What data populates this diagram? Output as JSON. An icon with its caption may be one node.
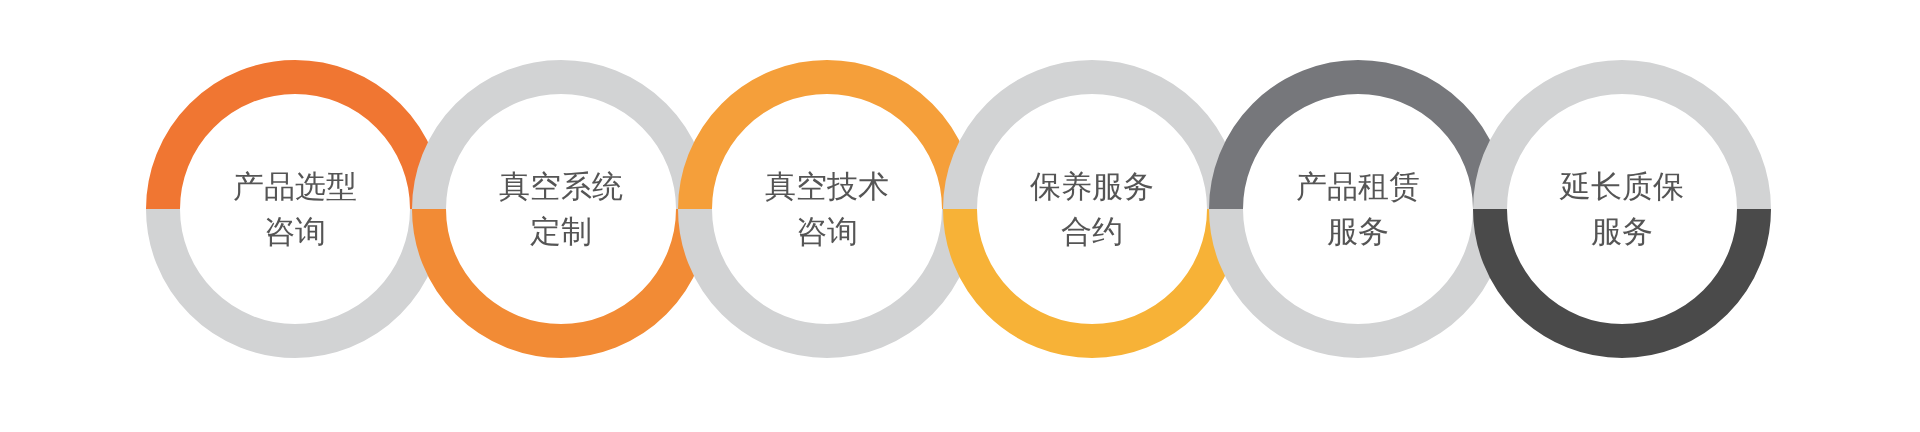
{
  "diagram": {
    "nodes": [
      {
        "text": [
          "产品选型咨询"
        ]
      },
      {
        "text": [
          "真空系统定制"
        ]
      },
      {
        "text": [
          "真空技术咨询"
        ]
      },
      {
        "text": [
          "保养服务合约"
        ]
      },
      {
        "text": [
          "产品租赁服务"
        ]
      },
      {
        "text": [
          "延长质保服务"
        ]
      }
    ]
  }
}
